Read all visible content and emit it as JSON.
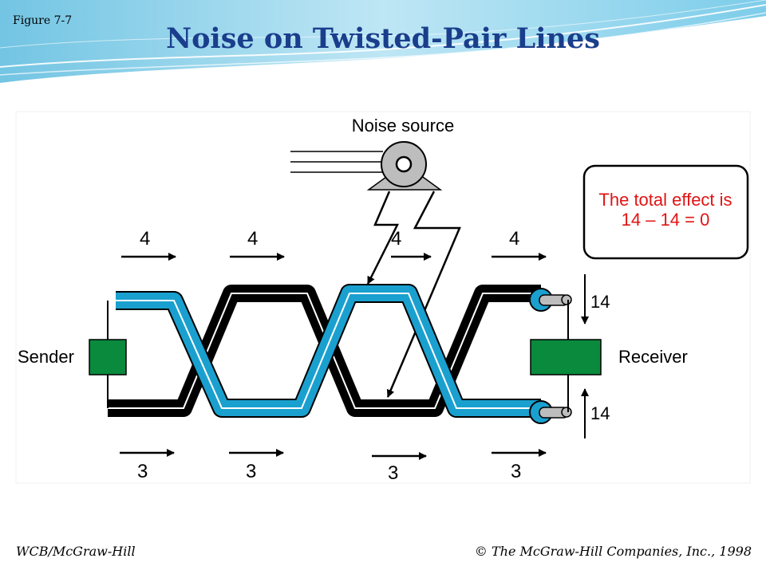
{
  "header": {
    "figure_label": "Figure 7-7",
    "title": "Noise on Twisted-Pair Lines"
  },
  "diagram": {
    "noise_source_label": "Noise source",
    "total_effect_line1": "The total effect is",
    "total_effect_line2": "14 – 14 = 0",
    "top_values": [
      "4",
      "4",
      "4",
      "4"
    ],
    "bottom_values": [
      "3",
      "3",
      "3",
      "3"
    ],
    "receiver_top_value": "14",
    "receiver_bottom_value": "14",
    "sender_label": "Sender",
    "receiver_label": "Receiver"
  },
  "colors": {
    "title": "#1a3e8c",
    "wire_blue": "#1aa0cf",
    "wire_black": "#000000",
    "box_green": "#0a8a3c",
    "effect_text": "#e01414"
  },
  "footer": {
    "left": "WCB/McGraw-Hill",
    "right": "© The McGraw-Hill Companies, Inc., 1998"
  }
}
